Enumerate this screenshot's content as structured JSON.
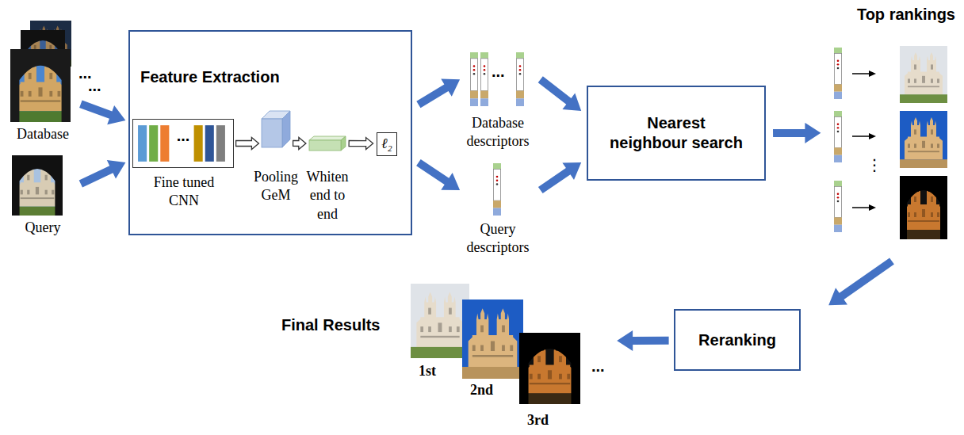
{
  "diagram": {
    "nodes": [
      {
        "text": [
          "Database"
        ]
      },
      {
        "text": [
          "Query"
        ]
      },
      {
        "text": [
          "Feature Extraction"
        ]
      },
      {
        "text": [
          "...",
          "Fine tuned CNN"
        ],
        "in": 2
      },
      {
        "text": [
          "Pooling GeM"
        ],
        "in": 2
      },
      {
        "text": [
          "Whiten end to end"
        ],
        "in": 2
      },
      {
        "text": [
          "ℓ₂"
        ],
        "in": 2
      },
      {
        "text": [
          "Database descriptors"
        ]
      },
      {
        "text": [
          "Query descriptors"
        ]
      },
      {
        "text": [
          "Nearest neighbour search"
        ]
      },
      {
        "text": [
          "Top rankings"
        ]
      },
      {
        "text": [
          "Reranking"
        ]
      },
      {
        "text": [
          "Final Results",
          "1st",
          "2nd",
          "3rd"
        ]
      }
    ],
    "edges": [
      {
        "from": 0,
        "to": 2,
        "arrow": "to"
      },
      {
        "from": 1,
        "to": 2,
        "arrow": "to"
      },
      {
        "from": 3,
        "to": 4,
        "arrow": "to"
      },
      {
        "from": 4,
        "to": 5,
        "arrow": "to"
      },
      {
        "from": 5,
        "to": 6,
        "arrow": "to"
      },
      {
        "from": 2,
        "to": 7,
        "arrow": "to"
      },
      {
        "from": 2,
        "to": 8,
        "arrow": "to"
      },
      {
        "from": 7,
        "to": 9,
        "arrow": "to"
      },
      {
        "from": 8,
        "to": 9,
        "arrow": "to"
      },
      {
        "from": 9,
        "to": 10,
        "arrow": "to"
      },
      {
        "from": 10,
        "to": 11,
        "arrow": "to"
      },
      {
        "from": 11,
        "to": 12,
        "arrow": "to"
      }
    ],
    "labels": [
      "...",
      "...",
      "...",
      "⋮",
      "..."
    ]
  }
}
